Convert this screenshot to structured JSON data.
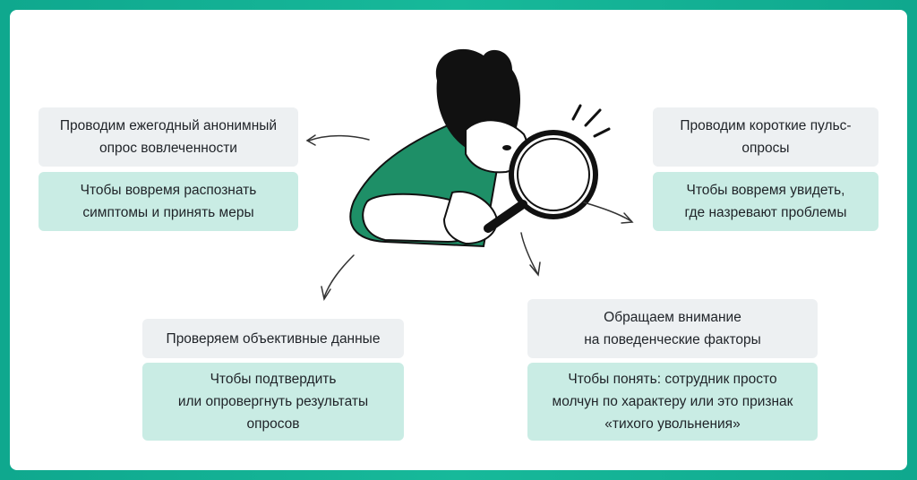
{
  "colors": {
    "frame": "#13b294",
    "card_grey": "#edf0f2",
    "card_mint": "#c9ece4",
    "body_green": "#1e8f67",
    "ink": "#1f2328"
  },
  "blocks": [
    {
      "title": "Проводим ежегодный анонимный\nопрос вовлеченности",
      "detail": "Чтобы вовремя распознать\nсимптомы и принять меры"
    },
    {
      "title": "Проводим короткие пульс-\nопросы",
      "detail": "Чтобы вовремя увидеть,\nгде назревают проблемы"
    },
    {
      "title": "Проверяем объективные данные",
      "detail": "Чтобы подтвердить\nили опровергнуть результаты\nопросов"
    },
    {
      "title": "Обращаем внимание\nна поведенческие факторы",
      "detail": "Чтобы понять: сотрудник просто\nмолчун по характеру или это признак\n«тихого увольнения»"
    }
  ],
  "illustration": {
    "icon": "woman-with-magnifying-glass-icon"
  }
}
